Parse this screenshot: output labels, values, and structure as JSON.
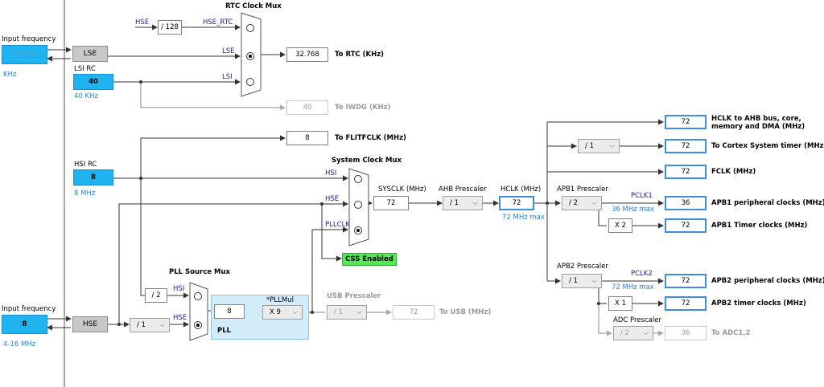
{
  "input_lse": {
    "label": "Input frequency",
    "value": "32.768",
    "unit": "KHz"
  },
  "input_hse": {
    "label": "Input frequency",
    "value": "8",
    "range": "4-16 MHz"
  },
  "lse": "LSE",
  "hse": "HSE",
  "lsi": {
    "title": "LSI RC",
    "value": "40",
    "sub": "40 KHz"
  },
  "hsi": {
    "title": "HSI RC",
    "value": "8",
    "sub": "8 MHz"
  },
  "rtc_mux": {
    "title": "RTC Clock Mux",
    "in_hse": "HSE",
    "div": "/ 128",
    "opt1": "HSE_RTC",
    "opt2": "LSE",
    "opt3": "LSI"
  },
  "rtc_out": {
    "value": "32.768",
    "label": "To RTC (KHz)"
  },
  "iwdg_out": {
    "value": "40",
    "label": "To IWDG (KHz)"
  },
  "flitf_out": {
    "value": "8",
    "label": "To FLITFCLK (MHz)"
  },
  "sys_mux": {
    "title": "System Clock Mux",
    "opt1": "HSI",
    "opt2": "HSE",
    "opt3": "PLLCLK"
  },
  "sysclk": {
    "label": "SYSCLK (MHz)",
    "value": "72"
  },
  "ahb": {
    "label": "AHB Prescaler",
    "value": "/ 1"
  },
  "hclk": {
    "label": "HCLK (MHz)",
    "value": "72",
    "max": "72 MHz max"
  },
  "css": "CSS Enabled",
  "outputs": {
    "ahb_bus": {
      "value": "72",
      "label1": "HCLK to AHB bus, core,",
      "label2": "memory and DMA (MHz)"
    },
    "cortex_div": "/ 1",
    "cortex": {
      "value": "72",
      "label": "To Cortex System timer (MHz)"
    },
    "fclk": {
      "value": "72",
      "label": "FCLK (MHz)"
    },
    "apb1_pre": {
      "label": "APB1 Prescaler",
      "value": "/ 2"
    },
    "pclk1": {
      "label": "PCLK1",
      "max": "36 MHz max"
    },
    "apb1_periph": {
      "value": "36",
      "label": "APB1 peripheral clocks (MHz)"
    },
    "apb1_x": "X 2",
    "apb1_timer": {
      "value": "72",
      "label": "APB1 Timer clocks (MHz)"
    },
    "apb2_pre": {
      "label": "APB2 Prescaler",
      "value": "/ 1"
    },
    "pclk2": {
      "label": "PCLK2",
      "max": "72 MHz max"
    },
    "apb2_periph": {
      "value": "72",
      "label": "APB2 peripheral clocks (MHz)"
    },
    "apb2_x": "X 1",
    "apb2_timer": {
      "value": "72",
      "label": "APB2 timer clocks (MHz)"
    },
    "adc_pre": {
      "label": "ADC Prescaler",
      "value": "/ 2"
    },
    "adc": {
      "value": "36",
      "label": "To ADC1,2"
    }
  },
  "pll_src": {
    "title": "PLL Source Mux",
    "div2": "/ 2",
    "opt1": "HSI",
    "opt2": "HSE"
  },
  "hse_pre": "/ 1",
  "pll": {
    "title": "PLL",
    "in": "8",
    "mul_label": "*PLLMul",
    "mul": "X 9"
  },
  "usb": {
    "label": "USB Prescaler",
    "div": "/ 1",
    "value": "72",
    "out": "To USB (MHz)"
  },
  "colors": {
    "input_cyan": "#1fb4f0",
    "highlight_blue": "#3a8ee6",
    "pll_bg": "#d2ecfa",
    "css_green": "#54e854"
  }
}
